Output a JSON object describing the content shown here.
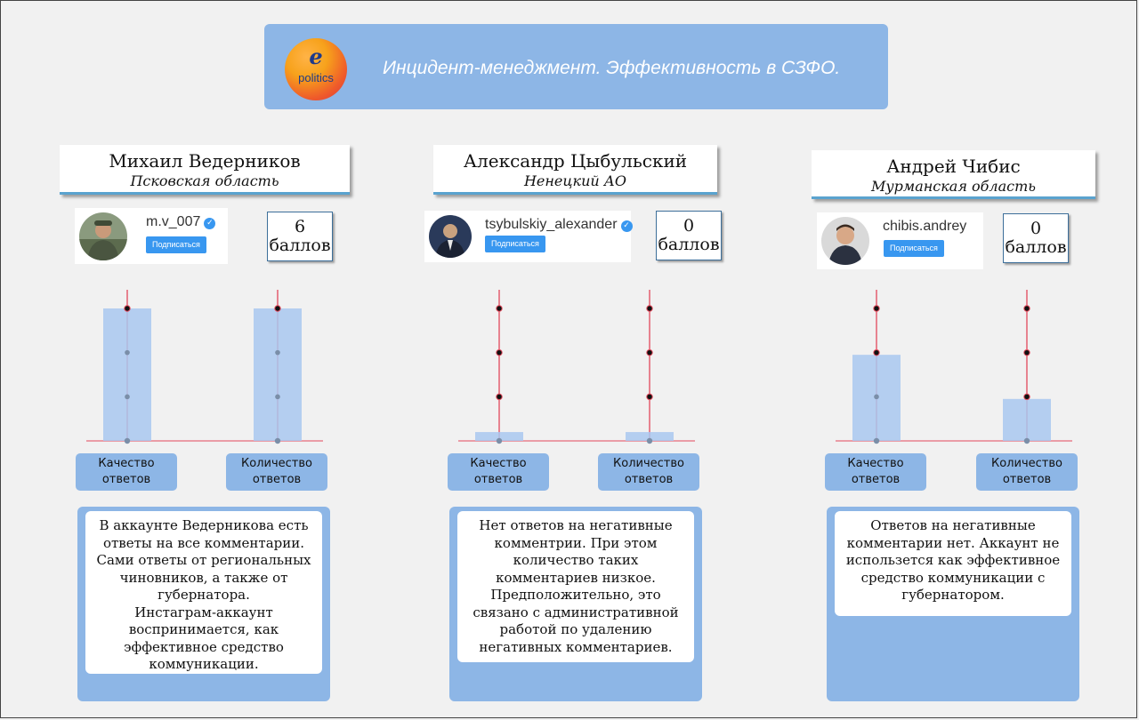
{
  "header": {
    "logo_letter": "e",
    "logo_text": "politics",
    "title": "Инцидент-менеджмент. Эффективность в СЗФО."
  },
  "colors": {
    "panel_blue": "#8db6e6",
    "bar_fill": "#a9c8f0",
    "axis_red": "#e2485b",
    "follow_blue": "#3897f0"
  },
  "governors": [
    {
      "name": "Михаил Ведерников",
      "region": "Псковская область",
      "handle": "m.v_007",
      "follow_label": "Подписаться",
      "score_value": "6",
      "score_unit": "баллов",
      "bars": [
        {
          "label": "Качество\nответов",
          "value": 3
        },
        {
          "label": "Количество\nответов",
          "value": 3
        }
      ],
      "description": "В аккаунте Ведерникова есть\nответы на все комментарии.\nСами ответы от региональных\nчиновников, а также от\nгубернатора.\nИнстаграм-аккаунт\nвоспринимается, как\nэффективное средство\nкоммуникации."
    },
    {
      "name": "Александр Цыбульский",
      "region": "Ненецкий АО",
      "handle": "tsybulskiy_alexander",
      "follow_label": "Подписаться",
      "score_value": "0",
      "score_unit": "баллов",
      "bars": [
        {
          "label": "Качество\nответов",
          "value": 0.2
        },
        {
          "label": "Количество\nответов",
          "value": 0.2
        }
      ],
      "description": "Нет ответов на негативные\nкомментрии. При этом\nколичество таких\nкомментариев низкое.\nПредположительно, это\nсвязано с административной\nработой по удалению\nнегативных комментариев."
    },
    {
      "name": "Андрей Чибис",
      "region": "Мурманская область",
      "handle": "chibis.andrey",
      "follow_label": "Подписаться",
      "score_value": "0",
      "score_unit": "баллов",
      "bars": [
        {
          "label": "Качество\nответов",
          "value": 1.95
        },
        {
          "label": "Количество\nответов",
          "value": 0.95
        }
      ],
      "description": "Ответов на негативные\nкомментарии нет. Аккаунт не\nиспользется как эффективное\nсредство коммуникации с\nгубернатором."
    }
  ],
  "chart_data": [
    {
      "type": "bar",
      "categories": [
        "Качество ответов",
        "Количество ответов"
      ],
      "values": [
        3,
        3
      ],
      "ylim": [
        0,
        3
      ]
    },
    {
      "type": "bar",
      "categories": [
        "Качество ответов",
        "Количество ответов"
      ],
      "values": [
        0.2,
        0.2
      ],
      "ylim": [
        0,
        3
      ]
    },
    {
      "type": "bar",
      "categories": [
        "Качество ответов",
        "Количество ответов"
      ],
      "values": [
        1.95,
        0.95
      ],
      "ylim": [
        0,
        3
      ]
    }
  ]
}
